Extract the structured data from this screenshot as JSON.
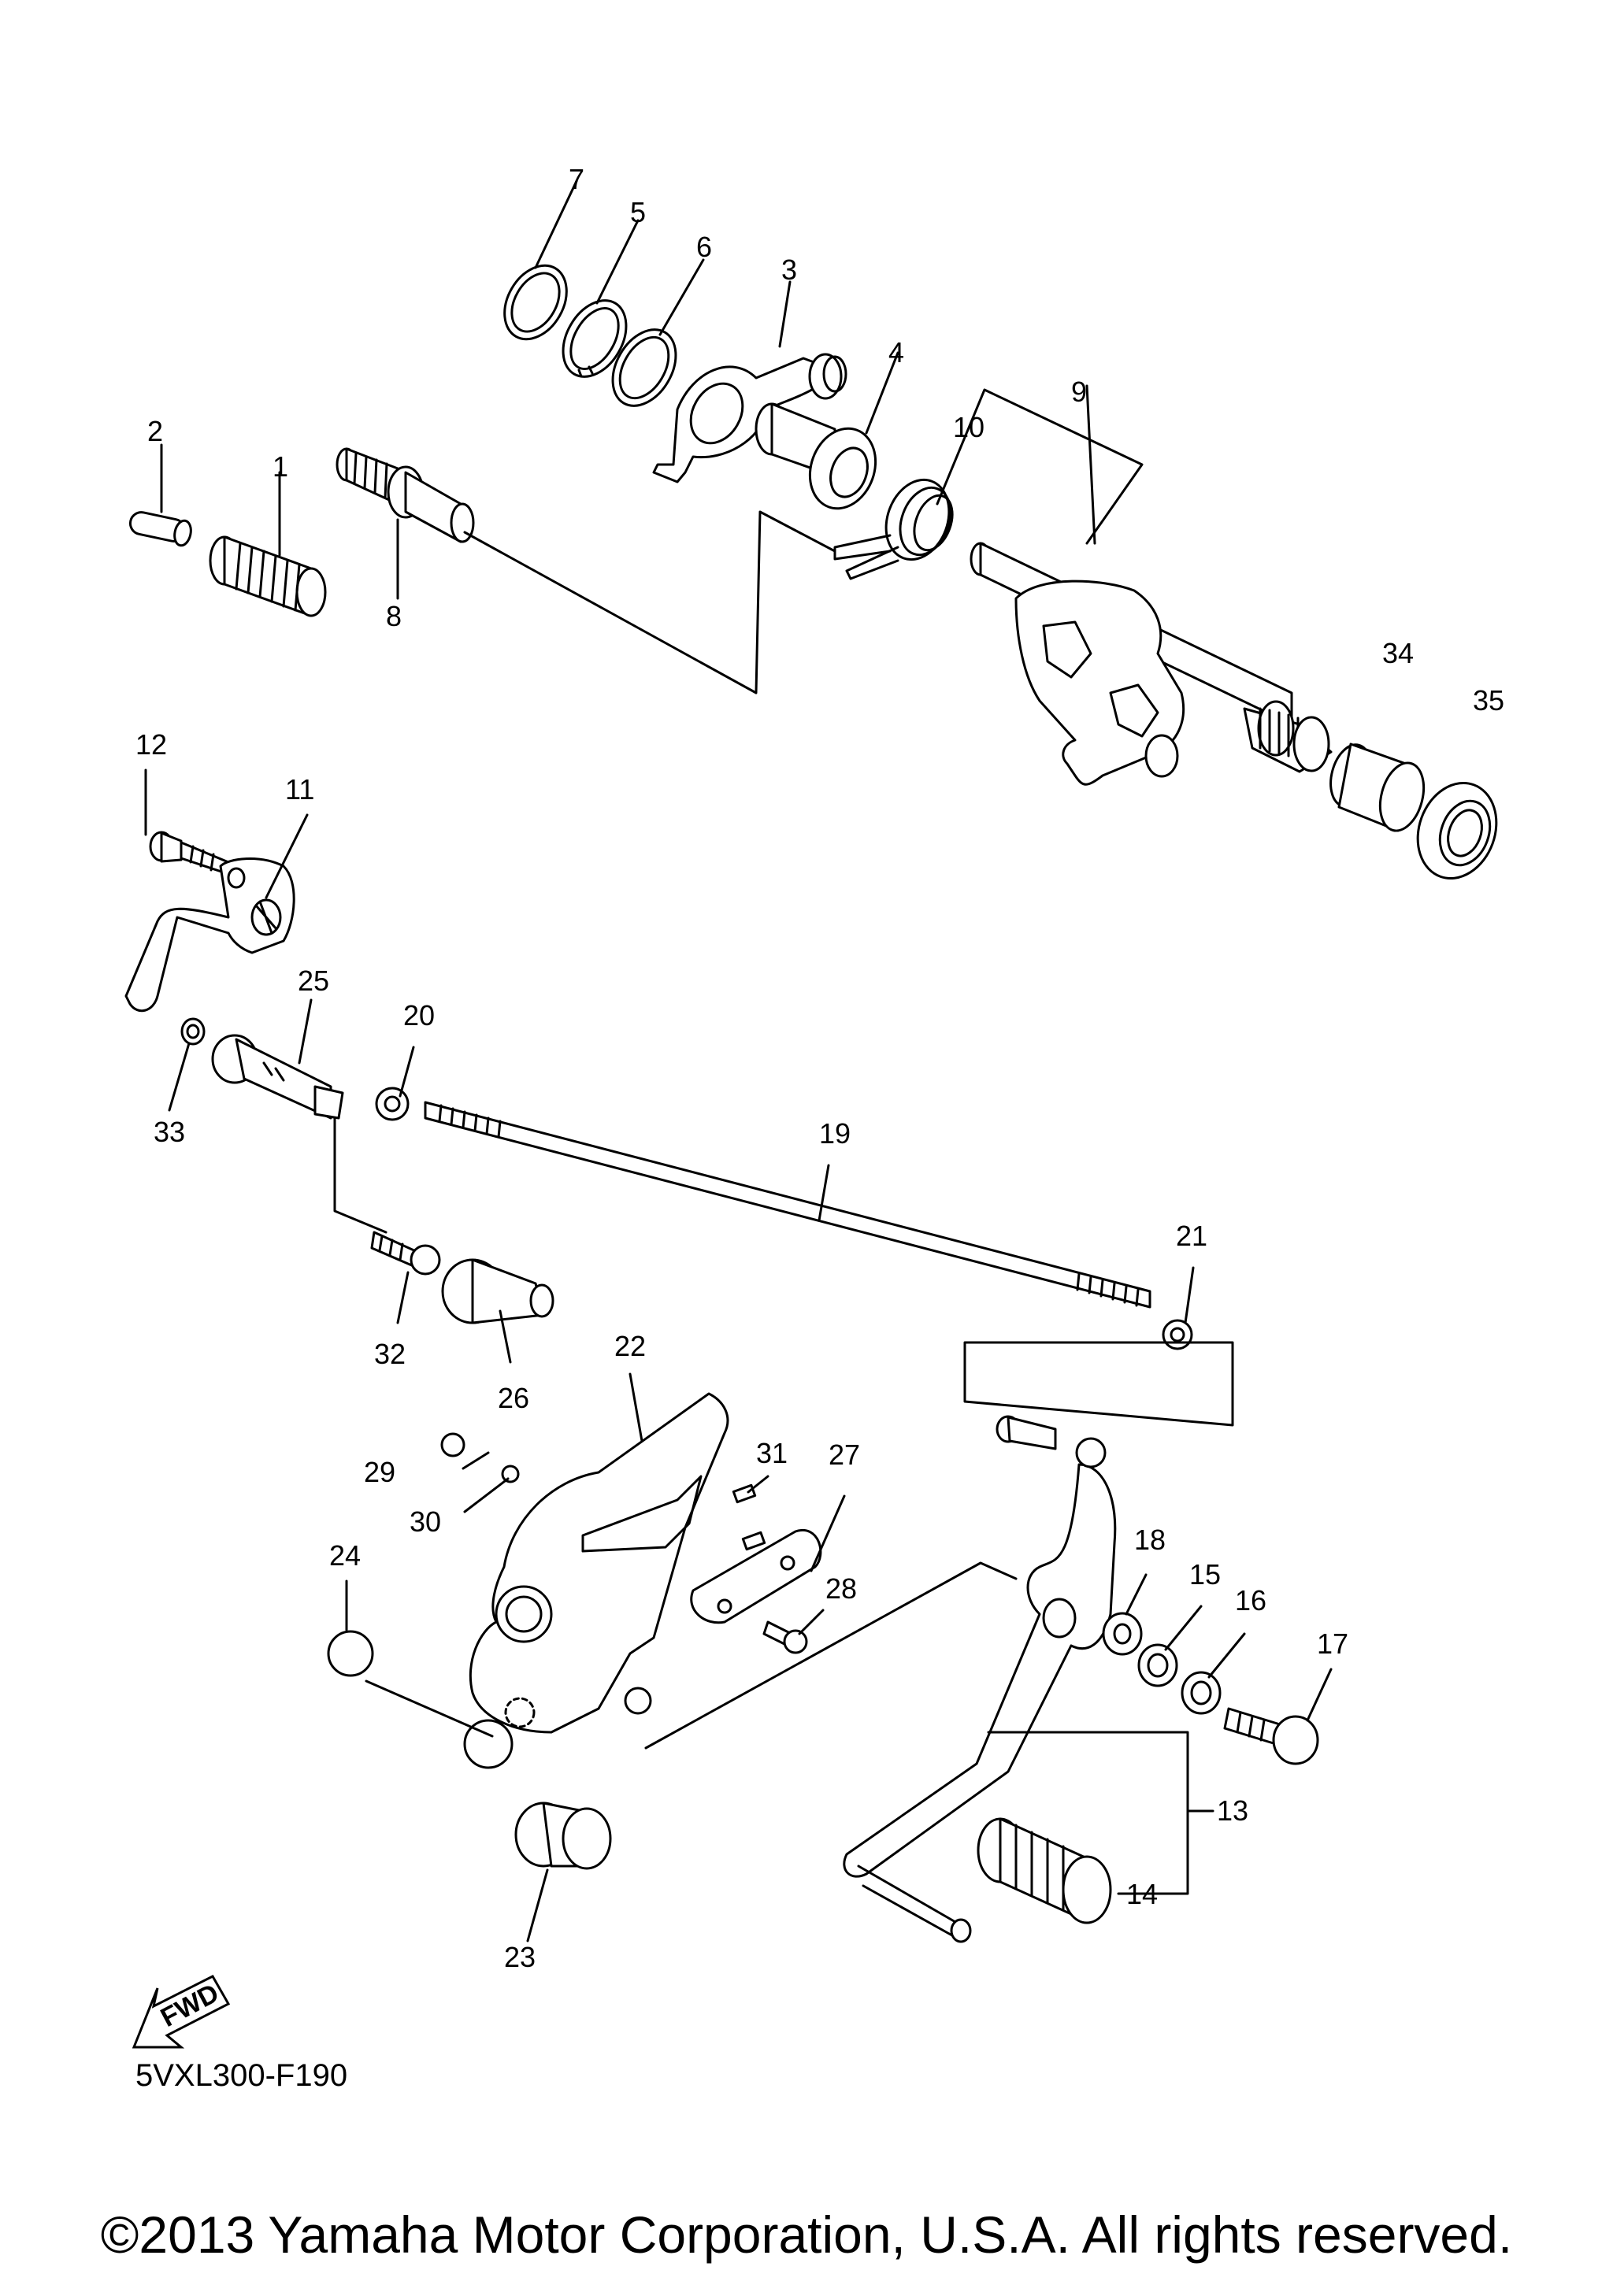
{
  "diagram": {
    "callouts": [
      "1",
      "2",
      "3",
      "4",
      "5",
      "6",
      "7",
      "8",
      "9",
      "10",
      "11",
      "12",
      "13",
      "14",
      "15",
      "16",
      "17",
      "18",
      "19",
      "20",
      "21",
      "22",
      "23",
      "24",
      "25",
      "26",
      "27",
      "28",
      "29",
      "30",
      "31",
      "32",
      "33",
      "34",
      "35"
    ],
    "fwd_label": "FWD",
    "diagram_code": "5VXL300-F190"
  },
  "footer": {
    "copyright": "©2013 Yamaha Motor Corporation, U.S.A. All rights reserved."
  }
}
